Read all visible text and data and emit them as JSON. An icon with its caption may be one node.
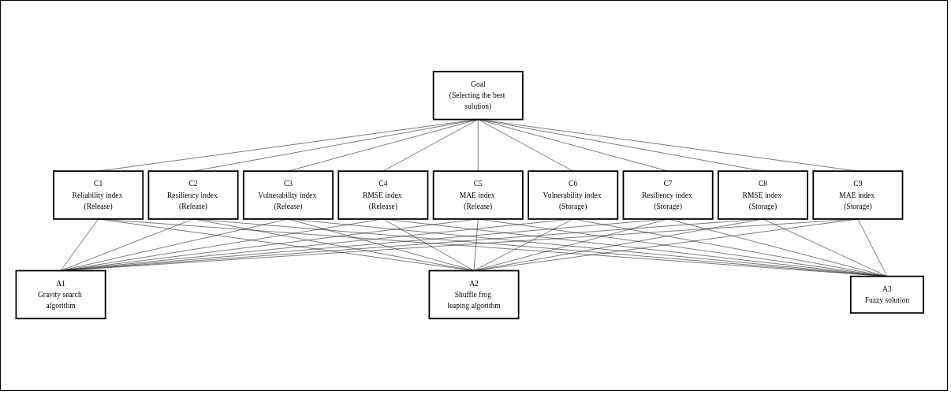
{
  "diagram": {
    "nodes": [
      {
        "text": [
          "Goal",
          "(Selecting the best solution)"
        ]
      },
      {
        "text": [
          "C1",
          "Reliability index (Release)"
        ]
      },
      {
        "text": [
          "C2",
          "Resiliency index (Release)"
        ]
      },
      {
        "text": [
          "C3",
          "Vulnerability index (Release)"
        ]
      },
      {
        "text": [
          "C4",
          "RMSE index (Release)"
        ]
      },
      {
        "text": [
          "C5",
          "MAE index (Release)"
        ]
      },
      {
        "text": [
          "C6",
          "Vulnerability index (Storage)"
        ]
      },
      {
        "text": [
          "C7",
          "Resiliency index (Storage)"
        ]
      },
      {
        "text": [
          "C8",
          "RMSE index (Storage)"
        ]
      },
      {
        "text": [
          "C9",
          "MAE index (Storage)"
        ]
      },
      {
        "text": [
          "A1",
          "Gravity search algorithm"
        ]
      },
      {
        "text": [
          "A2",
          "Shuffle frog leaping algorithm"
        ]
      },
      {
        "text": [
          "A3",
          "Fuzzy solution"
        ]
      }
    ],
    "edges": [
      {
        "from": 0,
        "to": 1,
        "arrow": "none"
      },
      {
        "from": 0,
        "to": 2,
        "arrow": "none"
      },
      {
        "from": 0,
        "to": 3,
        "arrow": "none"
      },
      {
        "from": 0,
        "to": 4,
        "arrow": "none"
      },
      {
        "from": 0,
        "to": 5,
        "arrow": "none"
      },
      {
        "from": 0,
        "to": 6,
        "arrow": "none"
      },
      {
        "from": 0,
        "to": 7,
        "arrow": "none"
      },
      {
        "from": 0,
        "to": 8,
        "arrow": "none"
      },
      {
        "from": 0,
        "to": 9,
        "arrow": "none"
      },
      {
        "from": 1,
        "to": 10,
        "arrow": "none"
      },
      {
        "from": 1,
        "to": 11,
        "arrow": "none"
      },
      {
        "from": 1,
        "to": 12,
        "arrow": "none"
      },
      {
        "from": 2,
        "to": 10,
        "arrow": "none"
      },
      {
        "from": 2,
        "to": 11,
        "arrow": "none"
      },
      {
        "from": 2,
        "to": 12,
        "arrow": "none"
      },
      {
        "from": 3,
        "to": 10,
        "arrow": "none"
      },
      {
        "from": 3,
        "to": 11,
        "arrow": "none"
      },
      {
        "from": 3,
        "to": 12,
        "arrow": "none"
      },
      {
        "from": 4,
        "to": 10,
        "arrow": "none"
      },
      {
        "from": 4,
        "to": 11,
        "arrow": "none"
      },
      {
        "from": 4,
        "to": 12,
        "arrow": "none"
      },
      {
        "from": 5,
        "to": 10,
        "arrow": "none"
      },
      {
        "from": 5,
        "to": 11,
        "arrow": "none"
      },
      {
        "from": 5,
        "to": 12,
        "arrow": "none"
      },
      {
        "from": 6,
        "to": 10,
        "arrow": "none"
      },
      {
        "from": 6,
        "to": 11,
        "arrow": "none"
      },
      {
        "from": 6,
        "to": 12,
        "arrow": "none"
      },
      {
        "from": 7,
        "to": 10,
        "arrow": "none"
      },
      {
        "from": 7,
        "to": 11,
        "arrow": "none"
      },
      {
        "from": 7,
        "to": 12,
        "arrow": "none"
      },
      {
        "from": 8,
        "to": 10,
        "arrow": "none"
      },
      {
        "from": 8,
        "to": 11,
        "arrow": "none"
      },
      {
        "from": 8,
        "to": 12,
        "arrow": "none"
      },
      {
        "from": 9,
        "to": 10,
        "arrow": "none"
      },
      {
        "from": 9,
        "to": 11,
        "arrow": "none"
      },
      {
        "from": 9,
        "to": 12,
        "arrow": "none"
      }
    ]
  }
}
